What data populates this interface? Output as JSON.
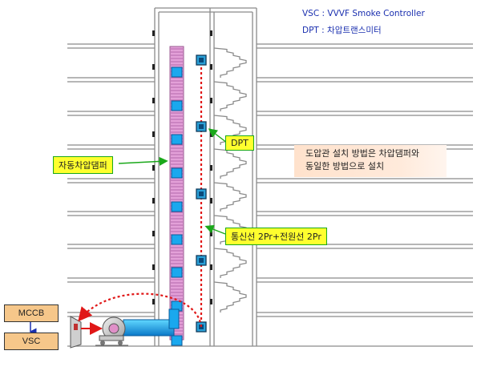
{
  "legend": {
    "vsc": "VSC : VVVF Smoke Controller",
    "dpt": "DPT : 차압트랜스미터"
  },
  "callouts": {
    "dpt": "DPT",
    "damper": "자동차압댐퍼",
    "cable": "통신선 2Pr+전원선 2Pr"
  },
  "note": {
    "line1": "도압관 설치 방법은 차압댐퍼와",
    "line2": "동일한 방법으로 설치"
  },
  "boxes": {
    "mccb": "MCCB",
    "vsc": "VSC"
  },
  "colors": {
    "floor_line": "#8a8a8a",
    "duct_pink": "#e3a0d8",
    "damper_cyan": "#1aa8ee",
    "signal_red": "#e01818",
    "callout_fill": "#ffff2e",
    "box_fill": "#f6c78a"
  }
}
